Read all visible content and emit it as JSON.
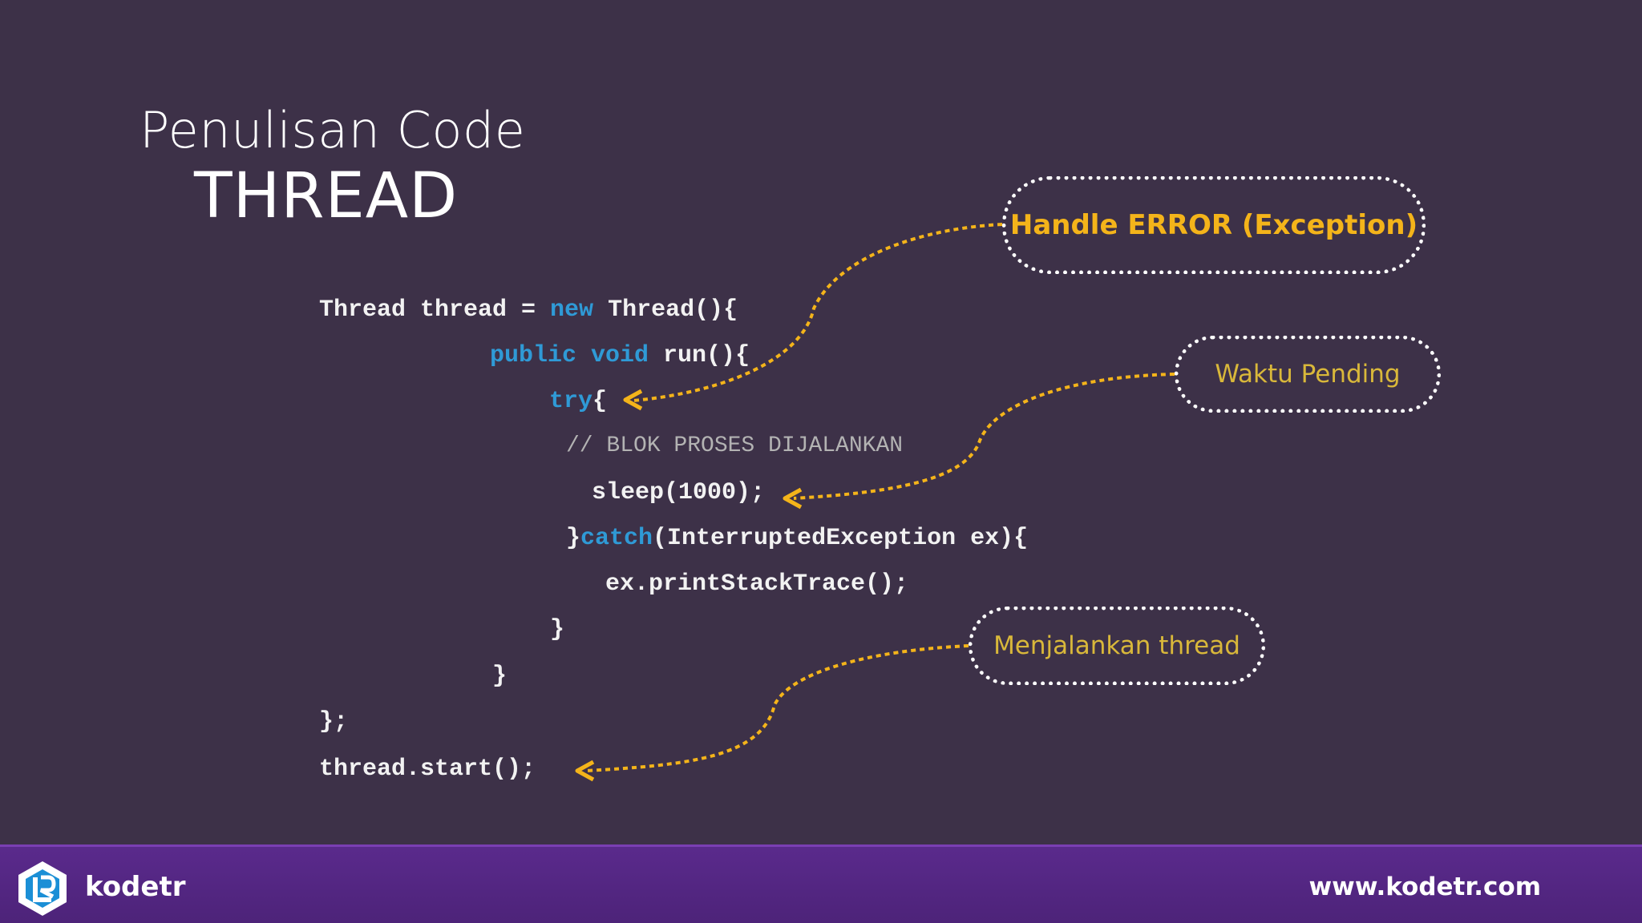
{
  "title": {
    "line1": "Penulisan Code",
    "line2": "THREAD"
  },
  "code": {
    "l1": {
      "a": "Thread thread = ",
      "kw": "new",
      "b": " Thread(){"
    },
    "l2": {
      "kw": "public void",
      "b": " run(){"
    },
    "l3": {
      "kw": "try",
      "b": "{"
    },
    "l4": "// BLOK PROSES DIJALANKAN",
    "l5": "sleep(1000);",
    "l6": {
      "a": "}",
      "kw": "catch",
      "b": "(InterruptedException ex){"
    },
    "l7": "ex.printStackTrace();",
    "l8": "}",
    "l9": "}",
    "l10": "};",
    "l11": "thread.start();"
  },
  "callouts": {
    "handle_error": "Handle ERROR (Exception)",
    "waktu_pending": "Waktu Pending",
    "menjalankan_thread": "Menjalankan thread"
  },
  "colors": {
    "background": "#3d3148",
    "keyword": "#2f9ad6",
    "accent": "#f4b41a",
    "footer": "#5a2a8c"
  },
  "footer": {
    "brand": "kodetr",
    "website": "www.kodetr.com",
    "logo_icon": "kodetr-logo-icon"
  }
}
